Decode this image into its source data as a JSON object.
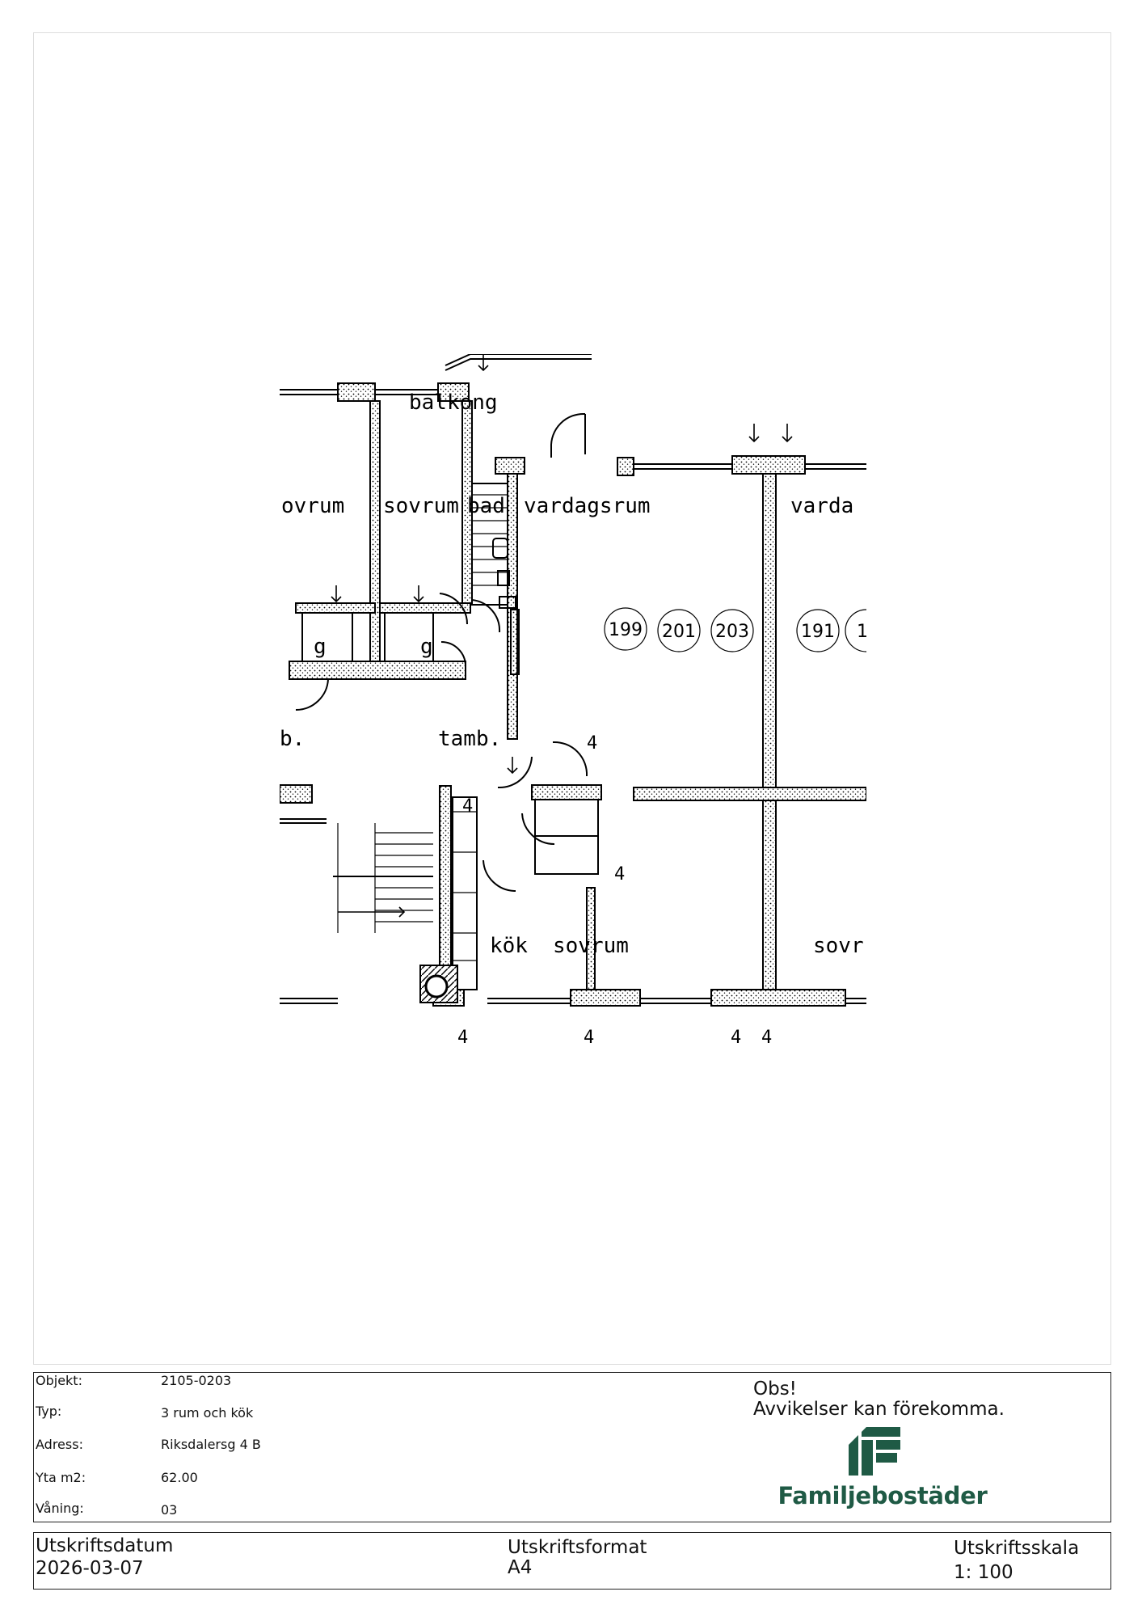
{
  "plan": {
    "rooms": {
      "balkong": "balkong",
      "sovrum_left_partial": "ovrum",
      "sovrum_top": "sovrum",
      "bad": "bad",
      "vardagsrum": "vardagsrum",
      "vardag_partial": "varda",
      "tamb": "tamb.",
      "tamb_partial": "b.",
      "kok": "kök",
      "sovrum_bottom": "sovrum",
      "sovr_partial": "sovr"
    },
    "closets": [
      "g",
      "g"
    ],
    "marks": [
      "4",
      "4",
      "4",
      "4",
      "4",
      "4",
      "4"
    ],
    "circles": [
      "199",
      "201",
      "203",
      "191",
      "1"
    ]
  },
  "info": {
    "objekt_label": "Objekt:",
    "objekt_value": "2105-0203",
    "typ_label": "Typ:",
    "typ_value": "3 rum och kök",
    "adress_label": "Adress:",
    "adress_value": "Riksdalersg 4 B",
    "yta_label": "Yta m2:",
    "yta_value": "62.00",
    "vaning_label": "Våning:",
    "vaning_value": "03",
    "obs_title": "Obs!",
    "obs_text": "Avvikelser kan förekomma.",
    "logo_text": "Familjebostäder",
    "logo_color": "#1f5a45"
  },
  "print": {
    "datum_label": "Utskriftsdatum",
    "datum_value": "2026-03-07",
    "format_label": "Utskriftsformat",
    "format_value": "A4",
    "skala_label": "Utskriftsskala",
    "skala_value": "1: 100"
  }
}
